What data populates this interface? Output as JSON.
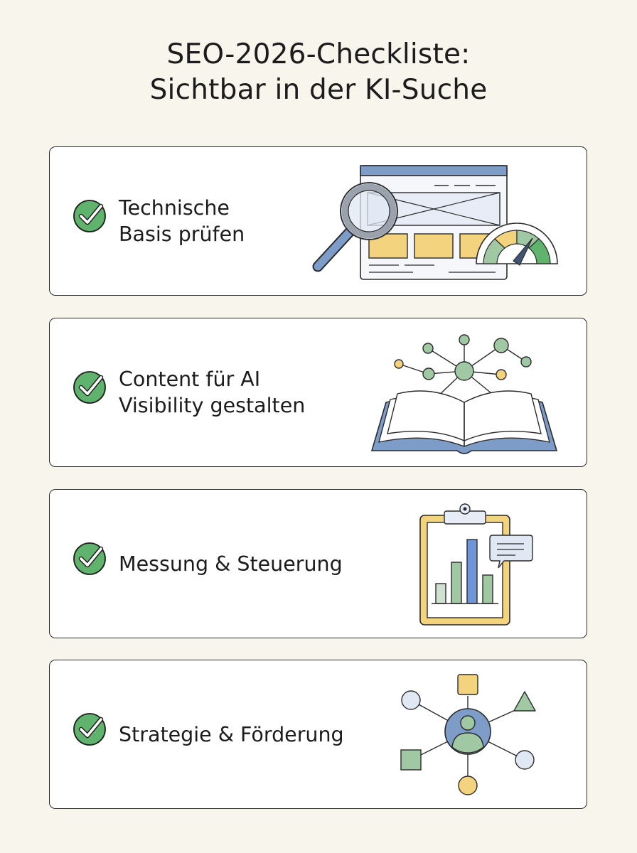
{
  "title": {
    "line1": "SEO-2026-Checkliste:",
    "line2": "Sichtbar in der KI-Suche"
  },
  "colors": {
    "background": "#f8f5ec",
    "check_green": "#5fb36c",
    "accent_blue": "#7d9cc8",
    "accent_yellow": "#f4d37f",
    "accent_green": "#9fc8a3"
  },
  "items": [
    {
      "line1": "Technische",
      "line2": "Basis prüfen",
      "icon": "website-audit-icon"
    },
    {
      "line1": "Content für AI",
      "line2": "Visibility gestalten",
      "icon": "knowledge-book-icon"
    },
    {
      "line1": "Messung & Steuerung",
      "line2": "",
      "icon": "clipboard-chart-icon"
    },
    {
      "line1": "Strategie & Förderung",
      "line2": "",
      "icon": "network-strategy-icon"
    }
  ]
}
